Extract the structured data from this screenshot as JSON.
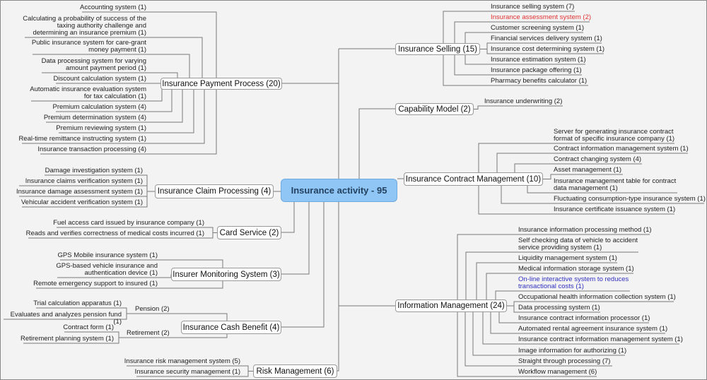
{
  "central": {
    "label": "Insurance activity - 95"
  },
  "colors": {
    "central_fill": "#8fc6f6",
    "highlight_red": "#e03030",
    "highlight_blue": "#3030c0"
  },
  "branches": {
    "payment": {
      "label": "Insurance Payment Process (20)",
      "leaves": [
        "Accounting system (1)",
        "Calculating a probability of success of the\ntaxing authority challenge and\ndetermining an insurance premium (1)",
        "Public insurance system for care-grant\nmoney payment (1)",
        "Data processing system for varying\namount payment period (1)",
        "Discount calculation system (1)",
        "Automatic insurance evaluation system\nfor tax calculation (1)",
        "Premium calculation system (4)",
        "Premium determination system (4)",
        "Premium reviewing system (1)",
        "Real-time remittance instructing system (1)",
        "Insurance transaction processing (4)"
      ]
    },
    "claim": {
      "label": "Insurance Claim Processing (4)",
      "leaves": [
        "Damage investigation system (1)",
        "Insurance claims verification system (1)",
        "Insurance damage assessment system (1)",
        "Vehicular accident verification system (1)"
      ]
    },
    "card": {
      "label": "Card Service (2)",
      "leaves": [
        "Fuel access card issued by insurance company (1)",
        "Reads and verifies correctness of  medical costs incurred (1)"
      ]
    },
    "monitor": {
      "label": "Insurer Monitoring System (3)",
      "leaves": [
        "GPS Mobile insurance system (1)",
        "GPS-based vehicle insurance and\nauthentication device (1)",
        "Remote emergency support to insured (1)"
      ]
    },
    "cash": {
      "label": "Insurance Cash Benefit (4)",
      "pension": {
        "label": "Pension (2)",
        "leaves": [
          "Trial calculation apparatus (1)",
          "Evaluates and analyzes pension fund (1)"
        ]
      },
      "retirement": {
        "label": "Retirement (2)",
        "leaves": [
          "Contract form (1)",
          "Retirement planning system (1)"
        ]
      }
    },
    "risk": {
      "label": "Risk Management (6)",
      "leaves": [
        "Insurance risk management system (5)",
        "Insurance security management (1)"
      ]
    },
    "selling": {
      "label": "Insurance Selling (15)",
      "leaves": [
        "Insurance selling system (7)",
        "Insurance assessment system (2)",
        "Customer screening system (1)",
        "Financial services delivery system (1)",
        "Insurance cost determining system (1)",
        "Insurance estimation system (1)",
        "Insurance package offering (1)",
        "Pharmacy benefits calculator  (1)"
      ]
    },
    "capability": {
      "label": "Capability Model (2)",
      "leaves": [
        "Insurance underwriting (2)"
      ]
    },
    "contract": {
      "label": "Insurance Contract Management (10)",
      "leaves": [
        "Server for generating insurance contract\nformat of specific insurance company (1)",
        "Contract information management system (1)",
        "Contract changing system (4)",
        "Asset management (1)",
        "Insurance management table for contract\ndata management (1)",
        "Fluctuating consumption-type insurance system (1)",
        "Insurance certificate issuance system (1)"
      ]
    },
    "info": {
      "label": "Information Management (24)",
      "leaves": [
        "Insurance information processing method (1)",
        "Self checking data of vehicle to accident\nservice providing system (1)",
        "Liquidity management system (1)",
        "Medical information storage system (1)",
        "On-line interactive system to reduces\ntransactional costs (1)",
        "Occupational health information collection system (1)",
        "Data processing system (1)",
        "Insurance contract information processor (1)",
        "Automated rental agreement insurance system (1)",
        "Insurance contract information management system (1)",
        "Image information for authorizing (1)",
        "Straight through processing (7)",
        "Workflow management (6)"
      ]
    }
  }
}
